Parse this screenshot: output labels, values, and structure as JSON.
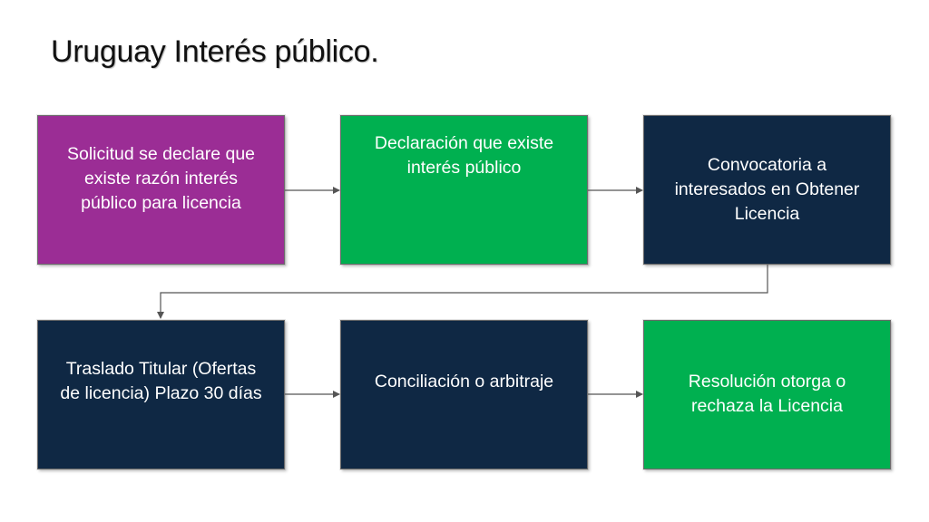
{
  "title": "Uruguay  Interés público.",
  "colors": {
    "purple": "#9b2d95",
    "green": "#00b050",
    "navy": "#0f2844",
    "connector": "#555555"
  },
  "steps": [
    {
      "id": "solicitud",
      "label": "Solicitud se declare que  existe razón interés público para licencia",
      "color": "purple"
    },
    {
      "id": "declaracion",
      "label": "Declaración que existe interés público",
      "color": "green"
    },
    {
      "id": "convocatoria",
      "label": "Convocatoria a interesados en Obtener Licencia",
      "color": "navy"
    },
    {
      "id": "traslado",
      "label": "Traslado Titular (Ofertas de licencia) Plazo 30 días",
      "color": "navy"
    },
    {
      "id": "conciliacion",
      "label": "Conciliación o arbitraje",
      "color": "navy"
    },
    {
      "id": "resolucion",
      "label": "Resolución otorga o rechaza la Licencia",
      "color": "green"
    }
  ]
}
